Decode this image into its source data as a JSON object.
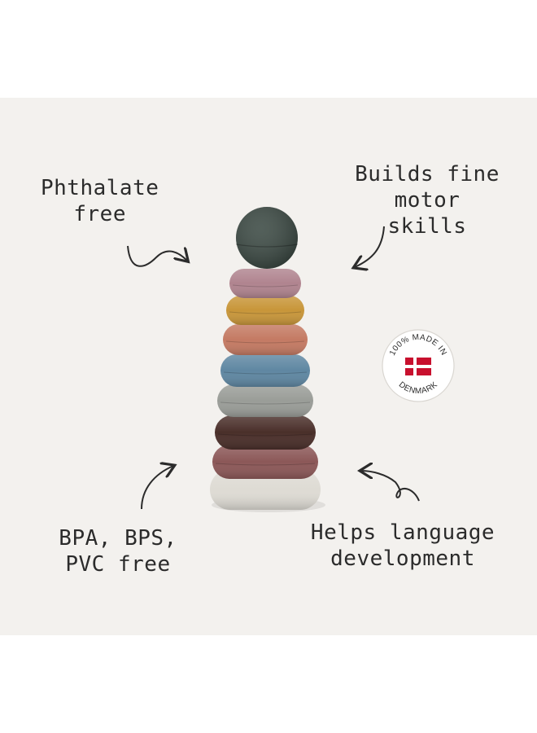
{
  "callouts": {
    "phthalate": [
      "Phthalate",
      "free"
    ],
    "motor": [
      "Builds fine",
      "motor skills"
    ],
    "bpa": [
      "BPA, BPS,",
      "PVC free"
    ],
    "language": [
      "Helps language",
      "development"
    ]
  },
  "badge": {
    "text": "100% MADE IN DENMARK",
    "top_text": "100% MADE IN",
    "bottom_text": "DENMARK",
    "flag_colors": {
      "field": "#c8102e",
      "cross": "#ffffff"
    }
  },
  "product": {
    "ball_color": "#3c4a44",
    "ring_colors": [
      "#b0848f",
      "#c8963a",
      "#c47a63",
      "#5f87a2",
      "#9a9d98",
      "#4a2f2a",
      "#8c5858",
      "#dedbd4"
    ]
  },
  "colors": {
    "panel_bg": "#f3f1ee",
    "text": "#2b2b2b"
  }
}
